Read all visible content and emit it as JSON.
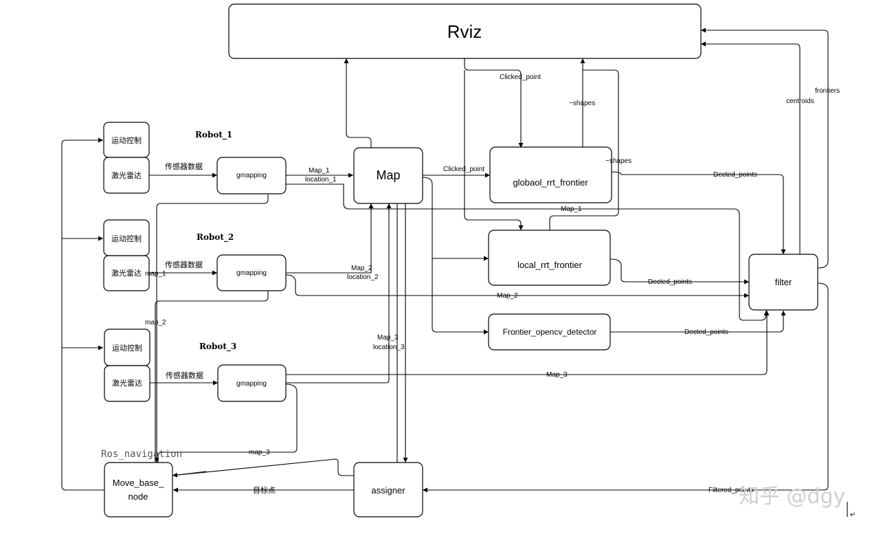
{
  "nodes": {
    "rviz": "Rviz",
    "map": "Map",
    "global_rrt": "globaol_rrt_frontier",
    "local_rrt": "local_rrt_frontier",
    "opencv_detector": "Frontier_opencv_detector",
    "filter": "filter",
    "assigner": "assigner",
    "move_base_line1": "Move_base_",
    "move_base_line2": "node",
    "gmapping_1": "gmapping",
    "gmapping_2": "gmapping",
    "gmapping_3": "gmapping",
    "motion_1": "运动控制",
    "motion_2": "运动控制",
    "motion_3": "运动控制",
    "lidar_1": "激光雷达",
    "lidar_2": "激光雷达",
    "lidar_3": "激光雷达"
  },
  "robots": {
    "r1": "Robot_1",
    "r2": "Robot_2",
    "r3": "Robot_3",
    "ros_navigation": "Ros_navigation"
  },
  "edges": {
    "sensor_1": "传感器数据",
    "sensor_2": "传感器数据",
    "sensor_3": "传感器数据",
    "map_1a": "Map_1",
    "loc_1": "location_1",
    "map_2a": "Map_2",
    "loc_2": "location_2",
    "map_3a": "Map_3",
    "loc_3": "location_3",
    "clicked_1": "Clicked_point",
    "clicked_2": "Clicked_point",
    "shapes_1": "~shapes",
    "shapes_2": "~shapes",
    "detected_1": "Dected_points",
    "detected_2": "Dected_points",
    "detected_3": "Dected_points",
    "map_1b": "Map_1",
    "map_2b": "Map_2",
    "map_3b": "Map_3",
    "centroids": "centroids",
    "frontiers": "frontiers",
    "filtered": "Filtered_points",
    "target": "目标点",
    "lmap_1": "map_1",
    "lmap_2": "map_2",
    "lmap_3": "map_3"
  },
  "watermark": {
    "text": "知乎 @dgy",
    "mark": "↵"
  }
}
